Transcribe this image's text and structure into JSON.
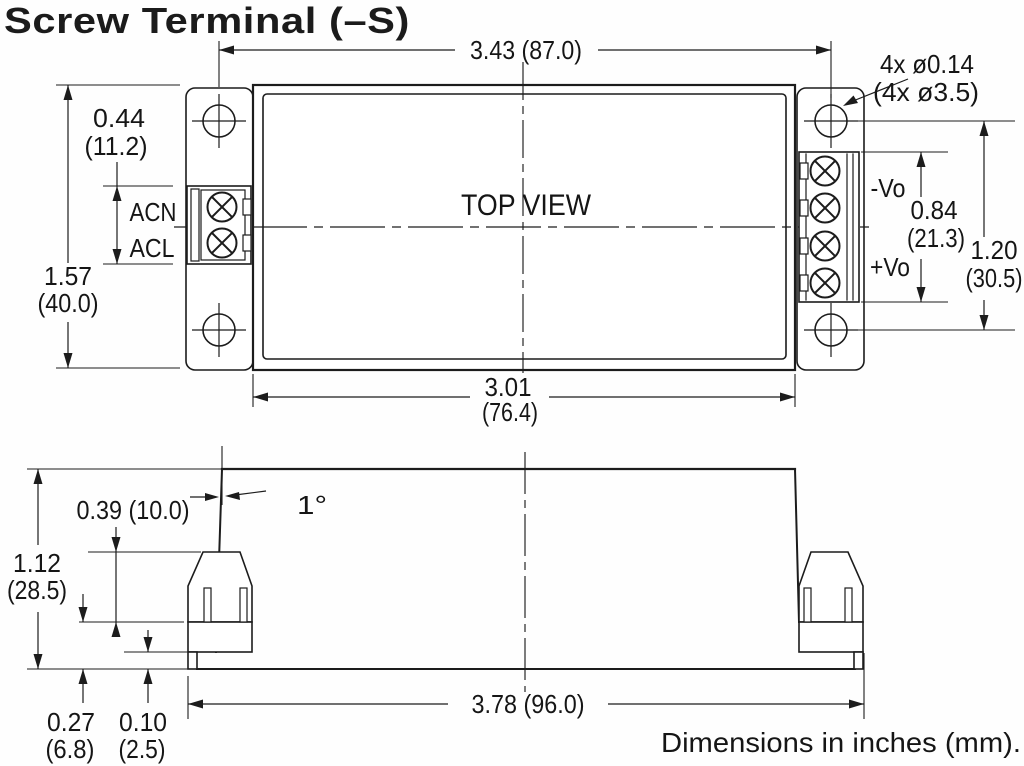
{
  "title": "Screw Terminal (–S)",
  "footer_note": "Dimensions in inches (mm).",
  "top_view": {
    "view_label": "TOP VIEW",
    "input_terminals": {
      "top": "ACN",
      "bottom": "ACL"
    },
    "output_terminals": {
      "top": "-Vo",
      "bottom": "+Vo"
    },
    "dimensions": {
      "mounting_hole_spacing": "3.43 (87.0)",
      "mounting_hole_callout_line1": "4x ø0.14",
      "mounting_hole_callout_line2": "(4x ø3.5)",
      "input_terminal_span_in": "0.44",
      "input_terminal_span_mm": "(11.2)",
      "case_height_in": "1.57",
      "case_height_mm": "(40.0)",
      "output_terminal_span_in": "0.84",
      "output_terminal_span_mm": "(21.3)",
      "hole_vertical_spacing_in": "1.20",
      "hole_vertical_spacing_mm": "(30.5)",
      "case_width_in": "3.01",
      "case_width_mm": "(76.4)"
    }
  },
  "side_view": {
    "dimensions": {
      "draft_angle": "1°",
      "terminal_housing_height": "0.39 (10.0)",
      "overall_height_in": "1.12",
      "overall_height_mm": "(28.5)",
      "terminal_base_height_in": "0.27",
      "terminal_base_height_mm": "(6.8)",
      "standoff_height_in": "0.10",
      "standoff_height_mm": "(2.5)",
      "overall_length": "3.78 (96.0)"
    }
  }
}
